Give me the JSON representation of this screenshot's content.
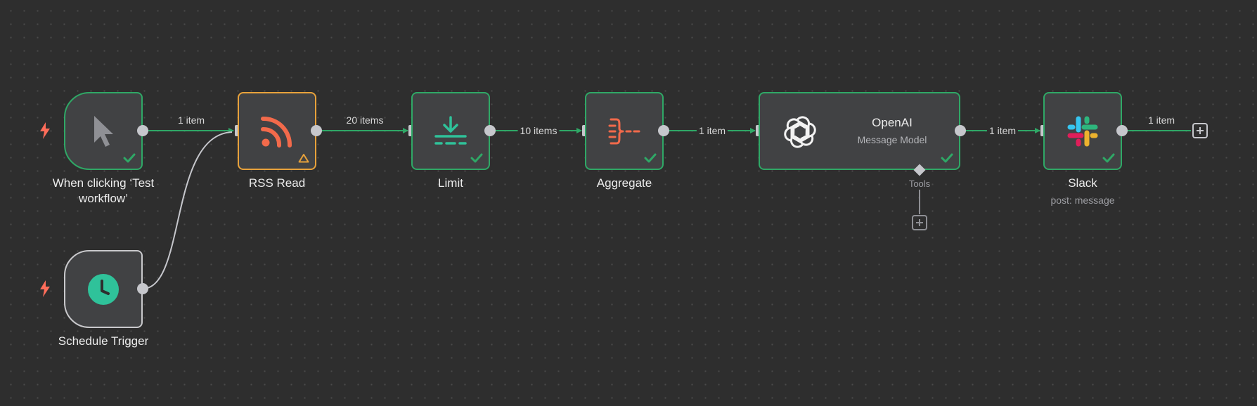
{
  "nodes": {
    "manual_trigger": {
      "label_line1": "When clicking ‘Test",
      "label_line2": "workflow’",
      "icon": "cursor-icon"
    },
    "schedule_trigger": {
      "label": "Schedule Trigger",
      "icon": "clock-icon"
    },
    "rss_read": {
      "label": "RSS Read",
      "icon": "rss-icon",
      "status": "warning"
    },
    "limit": {
      "label": "Limit",
      "icon": "limit-icon",
      "status": "success"
    },
    "aggregate": {
      "label": "Aggregate",
      "icon": "aggregate-icon",
      "status": "success"
    },
    "openai": {
      "title": "OpenAI",
      "subtitle": "Message Model",
      "icon": "openai-icon",
      "status": "success",
      "tools_label": "Tools"
    },
    "slack": {
      "label": "Slack",
      "sublabel": "post: message",
      "icon": "slack-icon",
      "status": "success"
    }
  },
  "edges": {
    "trigger_to_rss": "1 item",
    "rss_to_limit": "20 items",
    "limit_to_aggregate": "10 items",
    "aggregate_to_openai": "1 item",
    "openai_to_slack": "1 item",
    "slack_out": "1 item"
  },
  "colors": {
    "canvas": "#2e2e2e",
    "node_bg": "#414244",
    "success": "#2fa866",
    "warning": "#e8a23b",
    "trigger_bolt": "#ff6d5a",
    "rss": "#f26a4b",
    "schedule": "#2fc29a"
  }
}
